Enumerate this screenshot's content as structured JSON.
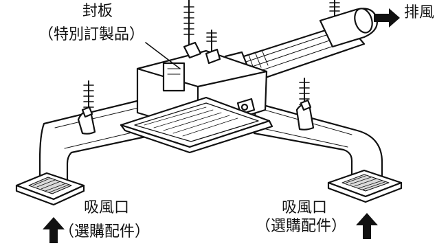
{
  "labels": {
    "panel_title": "封板",
    "panel_note": "（特別訂製品）",
    "exhaust": "排風",
    "intake_left": "吸風口",
    "intake_left_note": "（選購配件）",
    "intake_right": "吸風口",
    "intake_right_note": "（選購配件）"
  },
  "colors": {
    "line": "#111111",
    "fill": "#ffffff",
    "shade": "#d9d9d9"
  },
  "icons": [
    "arrow-right-icon",
    "arrow-up-icon"
  ]
}
